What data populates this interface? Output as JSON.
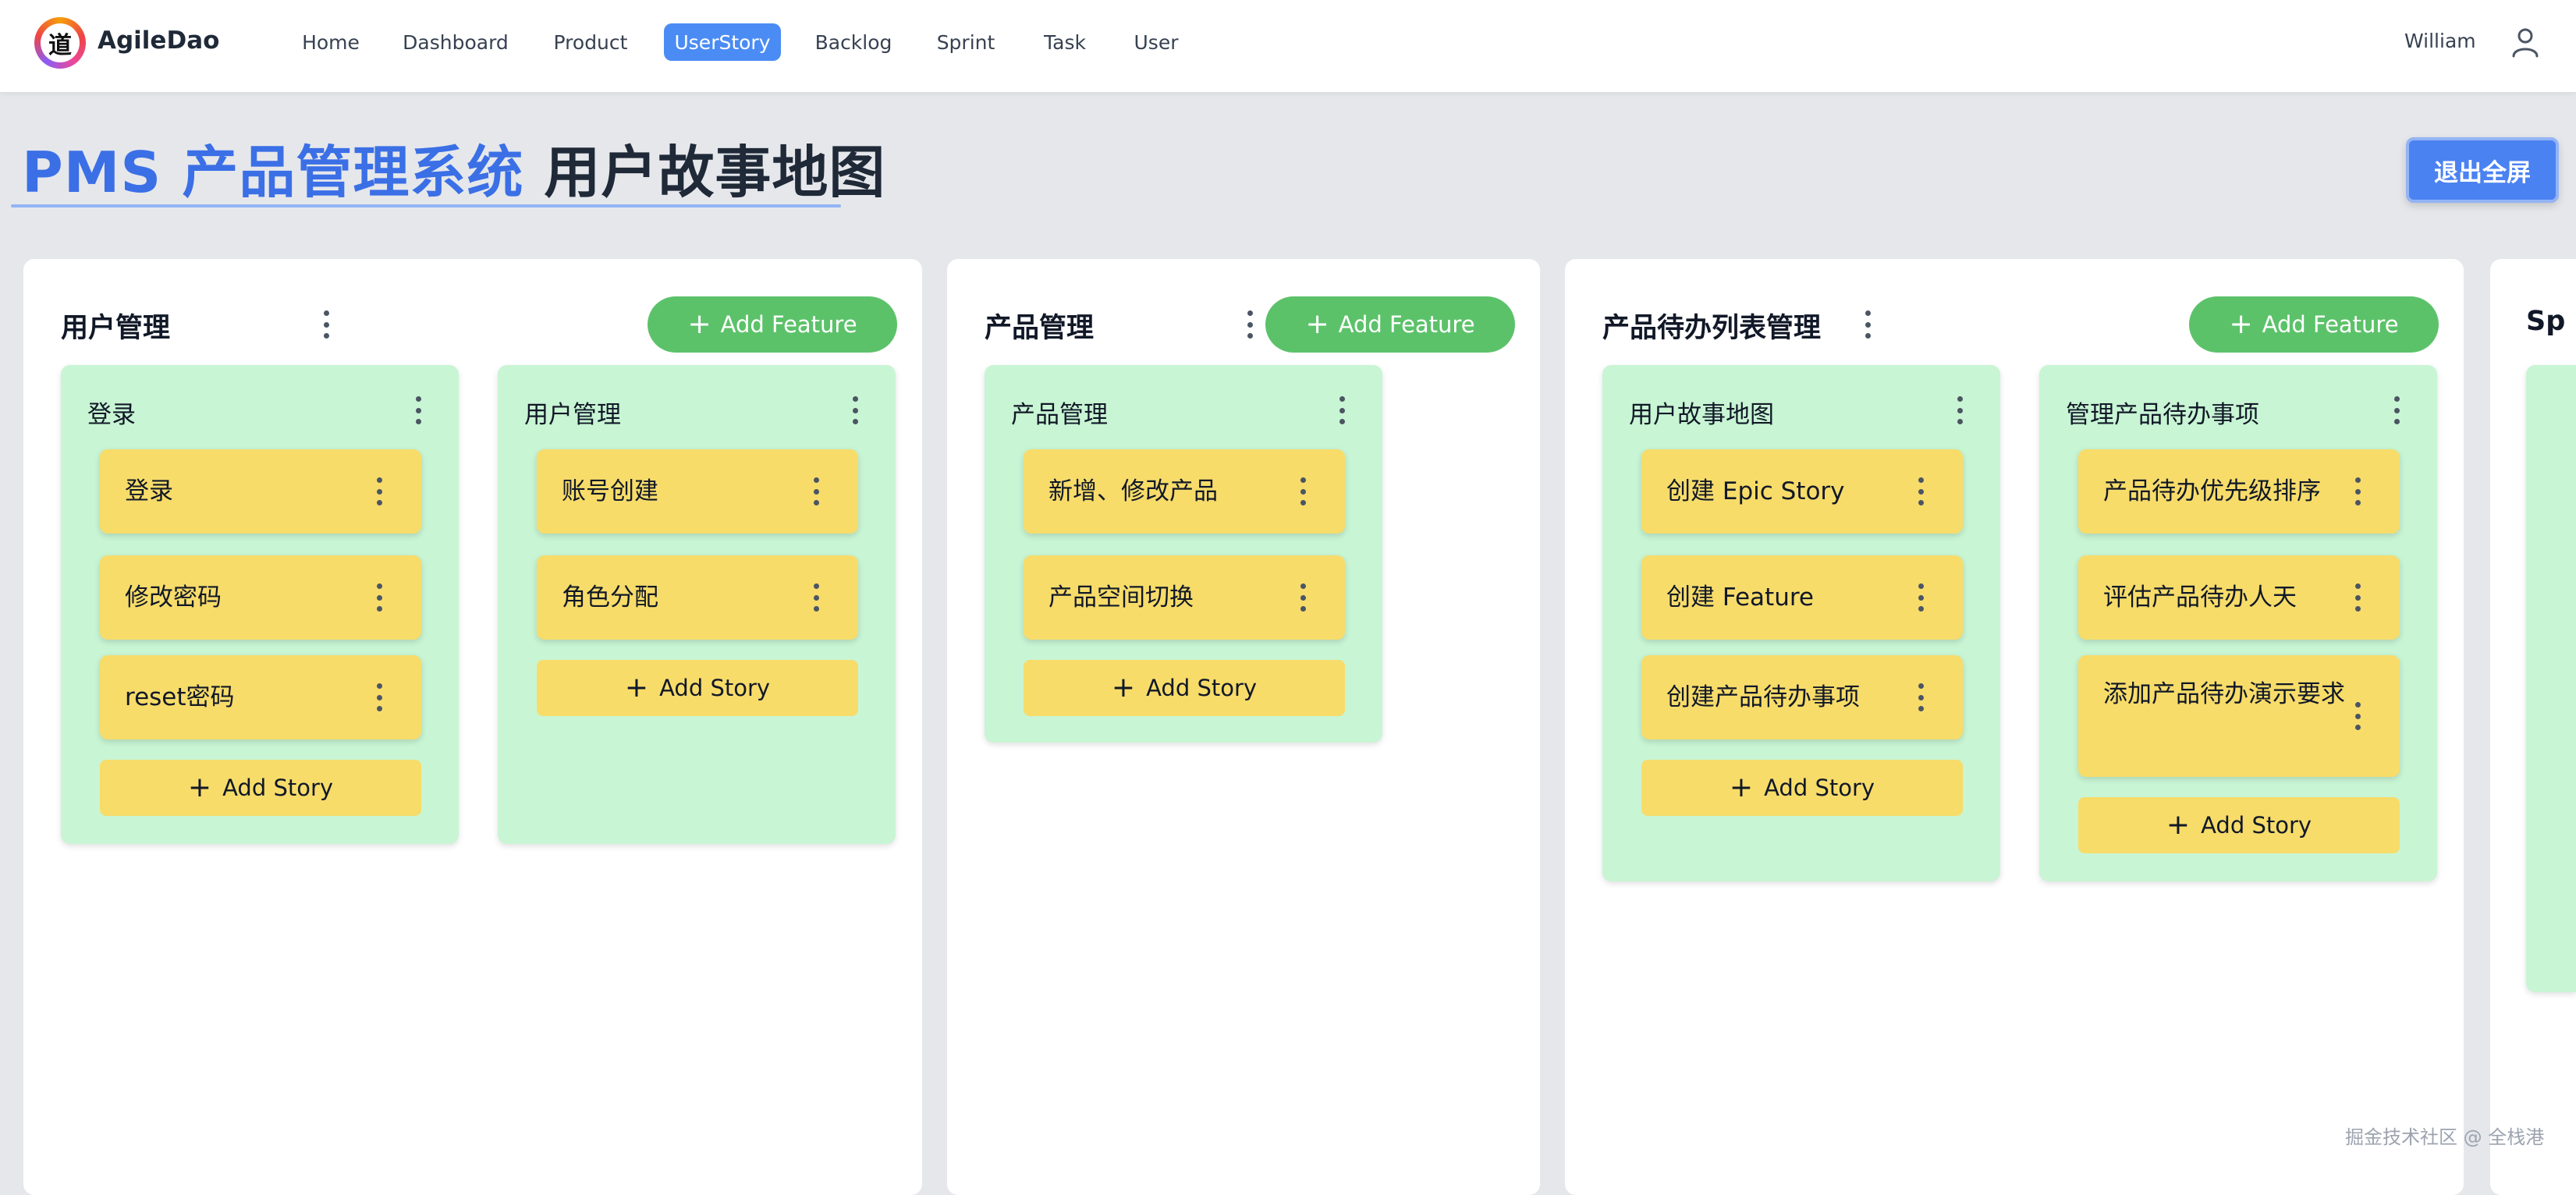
{
  "app": {
    "brand": "AgileDao",
    "logo_char": "道"
  },
  "nav": {
    "items": [
      "Home",
      "Dashboard",
      "Product",
      "UserStory",
      "Backlog",
      "Sprint",
      "Task",
      "User"
    ],
    "active": "UserStory"
  },
  "user": {
    "name": "William",
    "icon": "user-icon"
  },
  "page": {
    "title_accent": "PMS 产品管理系统",
    "title_rest": "用户故事地图",
    "fullscreen_label": "退出全屏"
  },
  "labels": {
    "add_feature": "Add Feature",
    "add_story": "Add Story"
  },
  "epics": [
    {
      "title": "用户管理",
      "features": [
        {
          "title": "登录",
          "stories": [
            "登录",
            "修改密码",
            "reset密码"
          ]
        },
        {
          "title": "用户管理",
          "stories": [
            "账号创建",
            "角色分配"
          ]
        }
      ]
    },
    {
      "title": "产品管理",
      "features": [
        {
          "title": "产品管理",
          "stories": [
            "新增、修改产品",
            "产品空间切换"
          ]
        }
      ]
    },
    {
      "title": "产品待办列表管理",
      "features": [
        {
          "title": "用户故事地图",
          "stories": [
            "创建 Epic Story",
            "创建 Feature",
            "创建产品待办事项"
          ]
        },
        {
          "title": "管理产品待办事项",
          "stories": [
            "产品待办优先级排序",
            "评估产品待办人天",
            "添加产品待办演示要求"
          ]
        }
      ]
    },
    {
      "title": "Sp",
      "features": []
    }
  ],
  "watermark": "掘金技术社区 @ 全栈港"
}
